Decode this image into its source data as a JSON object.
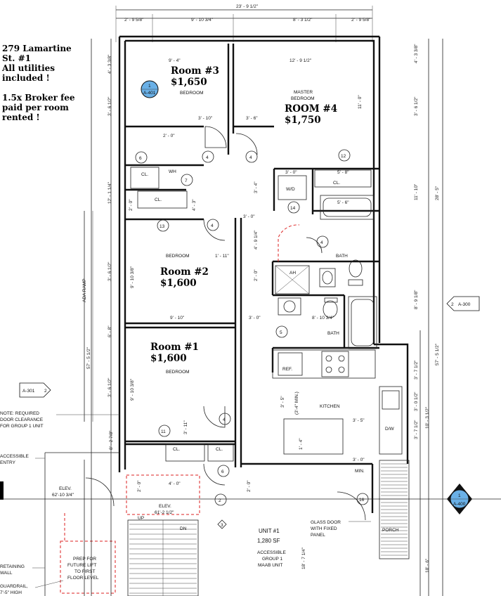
{
  "notes": {
    "address_lines": [
      "279 Lamartine",
      "St. #1",
      "All utilities",
      "included !"
    ],
    "broker_lines": [
      "1.5x Broker fee",
      "paid per room",
      "rented !"
    ]
  },
  "rooms": {
    "room3": {
      "name": "Room #3",
      "price": "$1,650"
    },
    "room4": {
      "name": "ROOM #4",
      "price": "$1,750"
    },
    "room2": {
      "name": "Room #2",
      "price": "$1,600"
    },
    "room1": {
      "name": "Room #1",
      "price": "$1,600"
    }
  },
  "plan_labels": {
    "bedroom": "BEDROOM",
    "master_bedroom_1": "MASTER",
    "master_bedroom_2": "BEDROOM",
    "kitchen": "KITCHEN",
    "bath": "BATH",
    "wd": "W/D",
    "cl": "CL.",
    "wh": "WH",
    "ref": "REF.",
    "dw": "D/W",
    "ah": "AH",
    "min": "MIN.",
    "up": "UP",
    "dn": "DN",
    "porch": "PORCH",
    "ada_ramp": "ADA RAMP",
    "elev1_1": "ELEV.",
    "elev1_2": "62'-10 3/4\"",
    "elev2_1": "ELEV.",
    "elev2_2": "61'-2 1/2\"",
    "unit_title": "UNIT #1",
    "unit_sf": "1,280 SF",
    "unit_sub_1": "ACCESSIBLE",
    "unit_sub_2": "GROUP 1",
    "unit_sub_3": "MAAB UNIT",
    "glass_1": "GLASS DOOR",
    "glass_2": "WITH FIXED",
    "glass_3": "PANEL",
    "note_req_1": "NOTE: REQUIRED",
    "note_req_2": "DOOR CLEARANCE",
    "note_req_3": "FOR GROUP 1 UNIT",
    "acc_entry_1": "ACCESSIBLE",
    "acc_entry_2": "ENTRY",
    "retain_1": "RETAINING",
    "retain_2": "WALL",
    "guard_1": "GUARDRAIL,",
    "guard_2": "7'-5\" HIGH",
    "prep_1": "PREP FOR",
    "prep_2": "FUTURE LIFT",
    "prep_3": "TO FIRST",
    "prep_4": "FLOOR LEVEL",
    "sec_a401": "A-401",
    "sec_a301": "A-301",
    "sec_a300": "A-300",
    "sec_a400": "A-400",
    "sec_2": "2",
    "sec_1": "1"
  },
  "dimensions": {
    "overall_top": "23' - 9 1/2\"",
    "top_1": "2' - 9 5/8\"",
    "top_2": "9' - 10 3/4\"",
    "top_3": "8' - 3 1/2\"",
    "top_4": "2' - 9 5/8\"",
    "r3_w": "9' - 4\"",
    "r4_w": "12' - 9 1/2\"",
    "hall_a": "3' - 10\"",
    "hall_b": "3' - 6\"",
    "cl_w": "2' - 0\"",
    "bath_w1": "3' - 0\"",
    "bath_w2": "5' - 8\"",
    "tub_w": "5' - 6\"",
    "hall_c": "3' - 4\"",
    "hall_d": "4' - 3\"",
    "hall_e": "3' - 0\"",
    "hall_f": "4' - 9 1/4\"",
    "hall_g": "1' - 11\"",
    "hall_h": "2' - 0\"",
    "r2_w": "9' - 10\"",
    "hall_i": "3' - 0\"",
    "bath2_w": "8' - 10 3/4\"",
    "kit_a": "3' - 5\"",
    "kit_b": "3' - 5\"",
    "kit_c": "(3'-4\" MIN.)",
    "r1_d": "3' - 11\"",
    "entry_w": "4' - 0\"",
    "entry_a": "3' - 0\"",
    "elev_w": "1' - 4\"",
    "left_1": "4' - 3 3/8\"",
    "left_2": "3' - 6 1/2\"",
    "left_3": "12' - 1 1/4\"",
    "left_4": "3' - 6 1/2\"",
    "left_5": "6' - 8\"",
    "left_6": "3' - 6 1/2\"",
    "left_7": "57' - 5 1/2\"",
    "left_8": "8' - 2 7/8\"",
    "left_9": "9' - 10 3/8\"",
    "left_10": "9' - 10 3/8\"",
    "right_1": "4' - 3 3/8\"",
    "right_2": "3' - 6 1/2\"",
    "right_3": "11' - 0\"",
    "right_4": "11' - 10\"",
    "right_5": "28' - 5\"",
    "right_6": "8' - 9 1/8\"",
    "right_7": "57' - 5 1/2\"",
    "right_8": "3' - 7 1/2\"",
    "right_9": "10' - 3 1/2\"",
    "right_10": "3' - 0 1/2\"",
    "right_11": "3' - 7 1/2\"",
    "right_12": "18' - 7 1/4\"",
    "right_13": "18' - 6\"",
    "r2_h": "2' - 0\"",
    "stair_a": "2' - 0\"",
    "stair_b": "2' - 0\""
  },
  "tags": {
    "t4a": "4",
    "t4b": "4",
    "t4c": "4",
    "t4d": "4",
    "t4e": "4",
    "t6a": "6",
    "t6b": "6",
    "t7": "7",
    "t11": "11",
    "t12": "12",
    "t13": "13",
    "t14": "14",
    "t16": "16",
    "t5": "5",
    "t2": "2",
    "t3": "3"
  }
}
